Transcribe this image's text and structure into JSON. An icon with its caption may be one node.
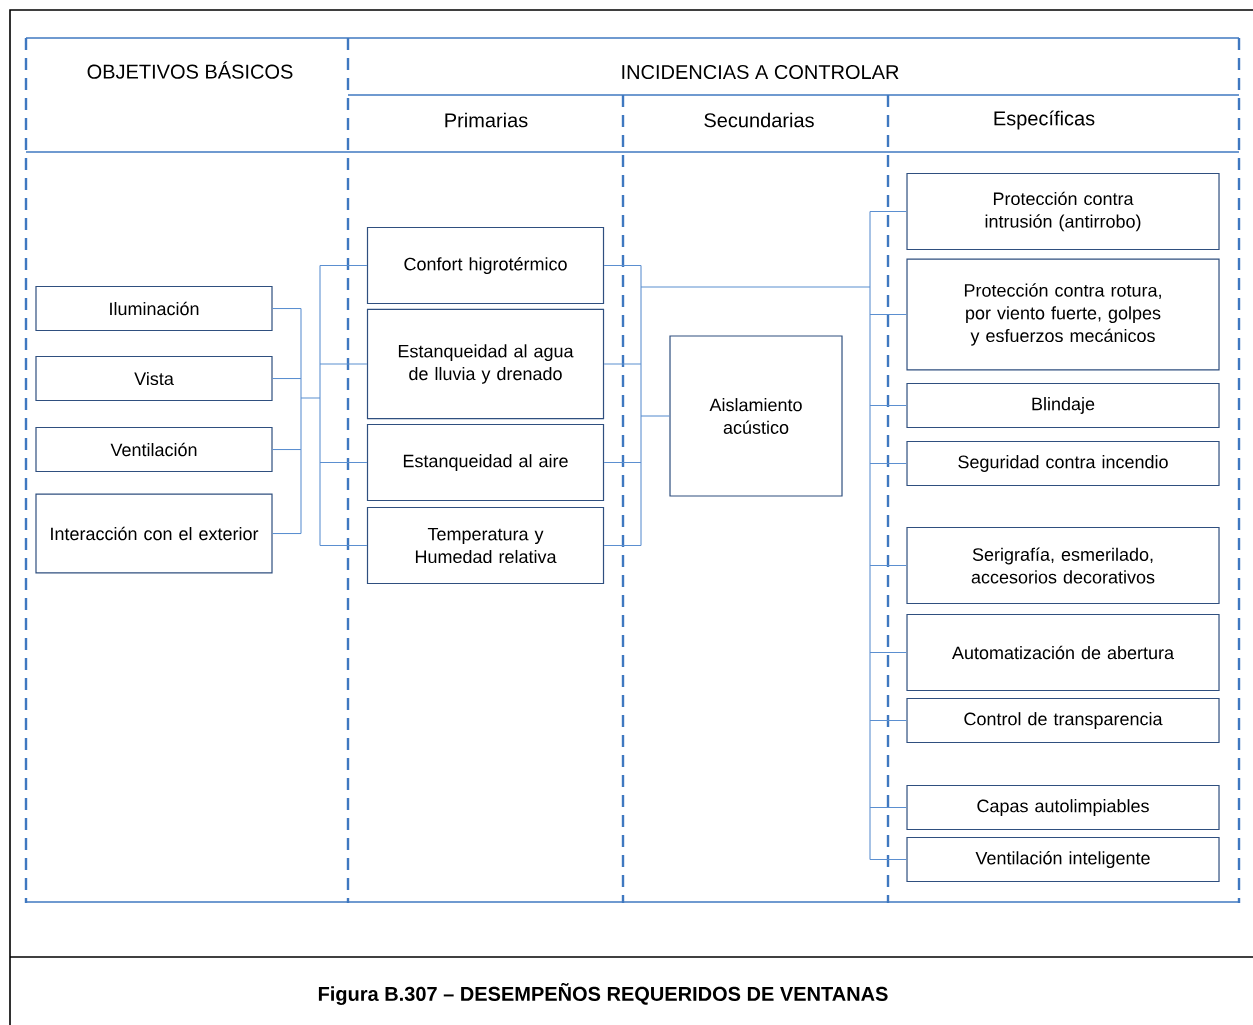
{
  "diagram": {
    "caption": "Figura B.307 – DESEMPEÑOS REQUERIDOS DE VENTANAS",
    "nodes": [
      {
        "text": [
          "Iluminación"
        ]
      },
      {
        "text": [
          "Vista"
        ]
      },
      {
        "text": [
          "Ventilación"
        ]
      },
      {
        "text": [
          "Interacción con el exterior"
        ]
      },
      {
        "text": [
          "Confort higrotérmico"
        ]
      },
      {
        "text": [
          "Estanqueidad al agua de lluvia y drenado"
        ]
      },
      {
        "text": [
          "Estanqueidad al aire"
        ]
      },
      {
        "text": [
          "Temperatura y Humedad relativa"
        ]
      },
      {
        "text": [
          "Aislamiento acústico"
        ]
      },
      {
        "text": [
          "Protección contra intrusión (antirrobo)"
        ]
      },
      {
        "text": [
          "Protección contra rotura, por viento fuerte, golpes y esfuerzos mecánicos"
        ]
      },
      {
        "text": [
          "Blindaje"
        ]
      },
      {
        "text": [
          "Seguridad contra incendio"
        ]
      },
      {
        "text": [
          "Serigrafía, esmerilado, accesorios decorativos"
        ]
      },
      {
        "text": [
          "Automatización de abertura"
        ]
      },
      {
        "text": [
          "Control de transparencia"
        ]
      },
      {
        "text": [
          "Capas autolimpiables"
        ]
      },
      {
        "text": [
          "Ventilación inteligente"
        ]
      }
    ],
    "edges": [
      {
        "from": 0,
        "to": 4,
        "arrow": "none"
      },
      {
        "from": 0,
        "to": 5,
        "arrow": "none"
      },
      {
        "from": 0,
        "to": 6,
        "arrow": "none"
      },
      {
        "from": 0,
        "to": 7,
        "arrow": "none"
      },
      {
        "from": 1,
        "to": 4,
        "arrow": "none"
      },
      {
        "from": 1,
        "to": 5,
        "arrow": "none"
      },
      {
        "from": 1,
        "to": 6,
        "arrow": "none"
      },
      {
        "from": 1,
        "to": 7,
        "arrow": "none"
      },
      {
        "from": 2,
        "to": 4,
        "arrow": "none"
      },
      {
        "from": 2,
        "to": 5,
        "arrow": "none"
      },
      {
        "from": 2,
        "to": 6,
        "arrow": "none"
      },
      {
        "from": 2,
        "to": 7,
        "arrow": "none"
      },
      {
        "from": 3,
        "to": 4,
        "arrow": "none"
      },
      {
        "from": 3,
        "to": 5,
        "arrow": "none"
      },
      {
        "from": 3,
        "to": 6,
        "arrow": "none"
      },
      {
        "from": 3,
        "to": 7,
        "arrow": "none"
      },
      {
        "from": 4,
        "to": 9,
        "arrow": "none"
      },
      {
        "from": 4,
        "to": 10,
        "arrow": "none"
      },
      {
        "from": 4,
        "to": 11,
        "arrow": "none"
      },
      {
        "from": 4,
        "to": 12,
        "arrow": "none"
      },
      {
        "from": 4,
        "to": 13,
        "arrow": "none"
      },
      {
        "from": 4,
        "to": 14,
        "arrow": "none"
      },
      {
        "from": 4,
        "to": 15,
        "arrow": "none"
      },
      {
        "from": 4,
        "to": 16,
        "arrow": "none"
      },
      {
        "from": 4,
        "to": 17,
        "arrow": "none"
      },
      {
        "from": 5,
        "to": 9,
        "arrow": "none"
      },
      {
        "from": 5,
        "to": 10,
        "arrow": "none"
      },
      {
        "from": 5,
        "to": 11,
        "arrow": "none"
      },
      {
        "from": 5,
        "to": 12,
        "arrow": "none"
      },
      {
        "from": 5,
        "to": 13,
        "arrow": "none"
      },
      {
        "from": 5,
        "to": 14,
        "arrow": "none"
      },
      {
        "from": 5,
        "to": 15,
        "arrow": "none"
      },
      {
        "from": 5,
        "to": 16,
        "arrow": "none"
      },
      {
        "from": 5,
        "to": 17,
        "arrow": "none"
      },
      {
        "from": 6,
        "to": 9,
        "arrow": "none"
      },
      {
        "from": 6,
        "to": 10,
        "arrow": "none"
      },
      {
        "from": 6,
        "to": 11,
        "arrow": "none"
      },
      {
        "from": 6,
        "to": 12,
        "arrow": "none"
      },
      {
        "from": 6,
        "to": 13,
        "arrow": "none"
      },
      {
        "from": 6,
        "to": 14,
        "arrow": "none"
      },
      {
        "from": 6,
        "to": 15,
        "arrow": "none"
      },
      {
        "from": 6,
        "to": 16,
        "arrow": "none"
      },
      {
        "from": 6,
        "to": 17,
        "arrow": "none"
      },
      {
        "from": 7,
        "to": 9,
        "arrow": "none"
      },
      {
        "from": 7,
        "to": 10,
        "arrow": "none"
      },
      {
        "from": 7,
        "to": 11,
        "arrow": "none"
      },
      {
        "from": 7,
        "to": 12,
        "arrow": "none"
      },
      {
        "from": 7,
        "to": 13,
        "arrow": "none"
      },
      {
        "from": 7,
        "to": 14,
        "arrow": "none"
      },
      {
        "from": 7,
        "to": 15,
        "arrow": "none"
      },
      {
        "from": 7,
        "to": 16,
        "arrow": "none"
      },
      {
        "from": 7,
        "to": 17,
        "arrow": "none"
      },
      {
        "from": 8,
        "to": 9,
        "arrow": "none"
      },
      {
        "from": 8,
        "to": 10,
        "arrow": "none"
      },
      {
        "from": 8,
        "to": 11,
        "arrow": "none"
      },
      {
        "from": 8,
        "to": 12,
        "arrow": "none"
      },
      {
        "from": 8,
        "to": 13,
        "arrow": "none"
      },
      {
        "from": 8,
        "to": 14,
        "arrow": "none"
      },
      {
        "from": 8,
        "to": 15,
        "arrow": "none"
      },
      {
        "from": 8,
        "to": 16,
        "arrow": "none"
      },
      {
        "from": 8,
        "to": 17,
        "arrow": "none"
      }
    ],
    "labels": [
      "OBJETIVOS BÁSICOS",
      "INCIDENCIAS A CONTROLAR",
      "Primarias",
      "Secundarias",
      "Específicas"
    ]
  }
}
